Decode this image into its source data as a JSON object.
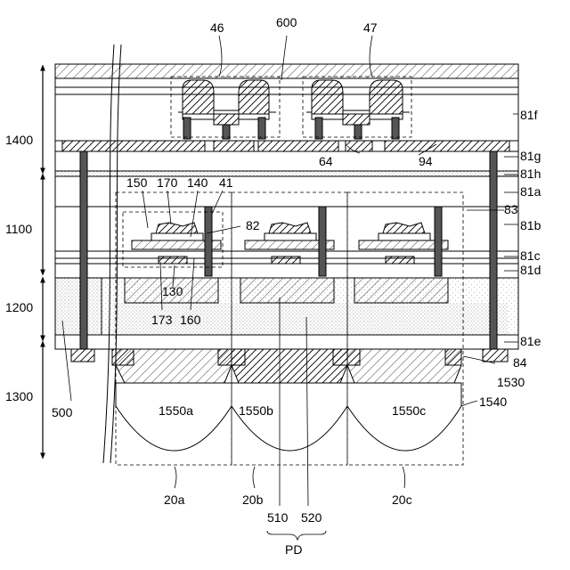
{
  "labels": {
    "l46": "46",
    "l600": "600",
    "l47": "47",
    "l81f": "81f",
    "l81g": "81g",
    "l81h": "81h",
    "l81a": "81a",
    "l83": "83",
    "l81b": "81b",
    "l81c": "81c",
    "l81d": "81d",
    "l81e": "81e",
    "l84": "84",
    "l1530": "1530",
    "l1540": "1540",
    "l64": "64",
    "l94": "94",
    "l150": "150",
    "l170": "170",
    "l140": "140",
    "l41": "41",
    "l82": "82",
    "l130": "130",
    "l173": "173",
    "l160": "160",
    "l1400": "1400",
    "l1100": "1100",
    "l1200": "1200",
    "l1300": "1300",
    "l500": "500",
    "l1550a": "1550a",
    "l1550b": "1550b",
    "l1550c": "1550c",
    "l20a": "20a",
    "l20b": "20b",
    "l20c": "20c",
    "l510": "510",
    "l520": "520",
    "lPD": "PD"
  }
}
